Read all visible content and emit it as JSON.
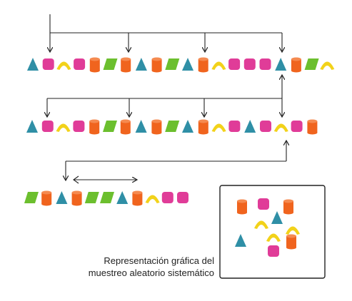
{
  "caption": {
    "line1": "Representación gráfica del",
    "line2": "muestreo aleatorio sistemático"
  },
  "colors": {
    "triangle": "#2f8fa6",
    "square": "#e03c98",
    "arc": "#f2d21a",
    "cylinder": "#f0641e",
    "parallelogram": "#6cbf2e",
    "stroke": "#222222"
  },
  "rows": [
    {
      "name": "population",
      "items": [
        "triangle",
        "square",
        "arc",
        "square",
        "cylinder",
        "parallelogram",
        "cylinder",
        "triangle",
        "cylinder",
        "parallelogram",
        "triangle",
        "cylinder",
        "arc",
        "square",
        "square",
        "square",
        "triangle",
        "cylinder",
        "parallelogram",
        "arc"
      ]
    },
    {
      "name": "selection",
      "items": [
        "triangle",
        "square",
        "arc",
        "square",
        "cylinder",
        "parallelogram",
        "cylinder",
        "triangle",
        "cylinder",
        "parallelogram",
        "triangle",
        "cylinder",
        "arc",
        "square",
        "triangle",
        "square",
        "arc",
        "square",
        "cylinder"
      ]
    },
    {
      "name": "interval",
      "items": [
        "parallelogram",
        "cylinder",
        "triangle",
        "cylinder",
        "parallelogram",
        "parallelogram",
        "triangle",
        "cylinder",
        "arc",
        "square",
        "square"
      ]
    }
  ],
  "sample": {
    "items": [
      "cylinder",
      "square",
      "cylinder",
      "arc",
      "triangle",
      "arc",
      "triangle",
      "arc",
      "cylinder",
      "square"
    ]
  }
}
